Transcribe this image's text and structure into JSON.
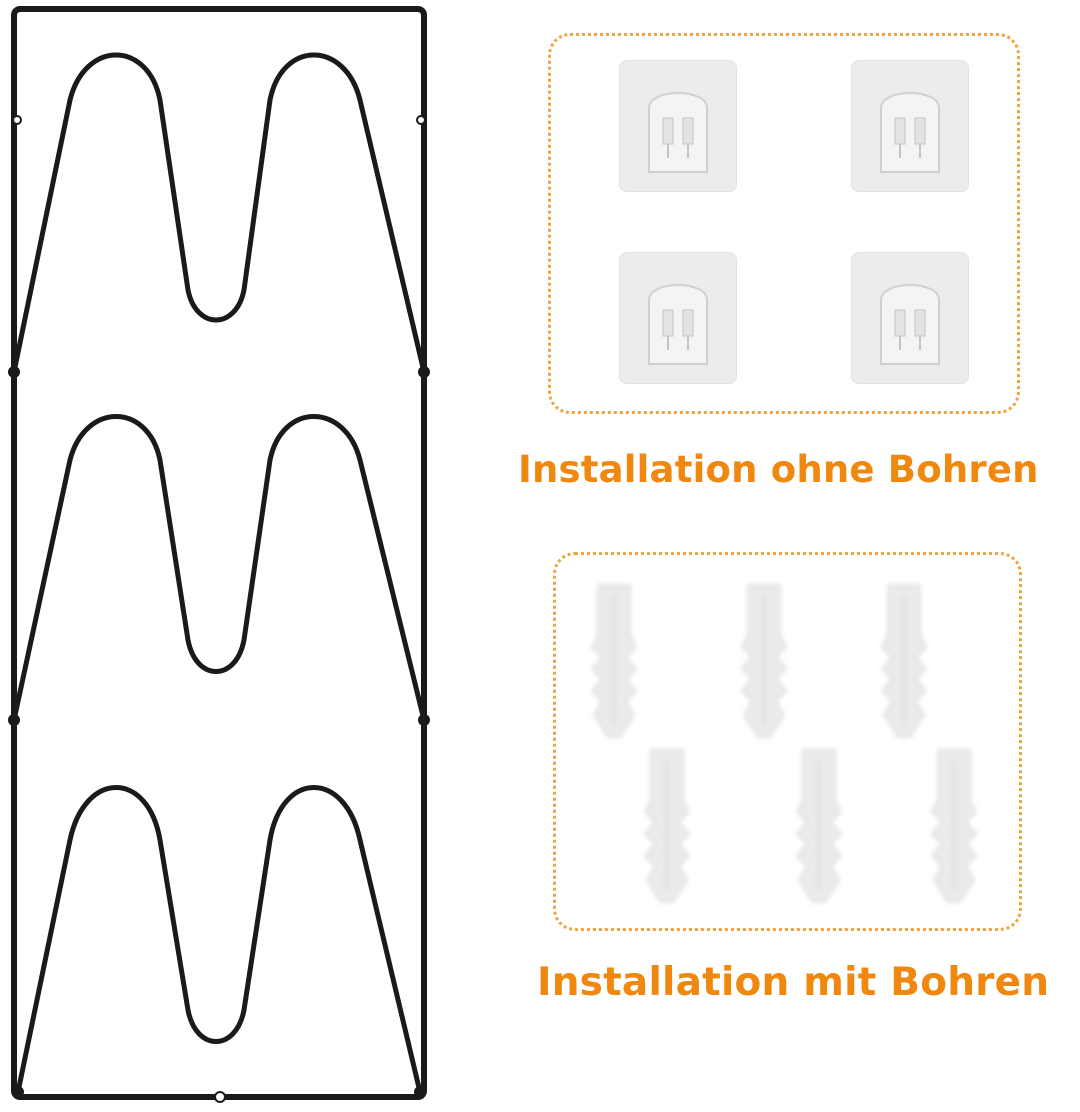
{
  "adhesive_section": {
    "caption": "Installation ohne Bohren",
    "accent_color": "#f0880f",
    "pad_count": 4,
    "icon": "adhesive-hook-pad-icon"
  },
  "drill_section": {
    "caption": "Installation mit Bohren",
    "accent_color": "#f0880f",
    "anchor_count": 6,
    "icon": "wall-plug-anchor-icon"
  },
  "product": {
    "icon": "metal-wire-rack-icon",
    "frame_color": "#1a1a1a",
    "tiers": 3
  }
}
